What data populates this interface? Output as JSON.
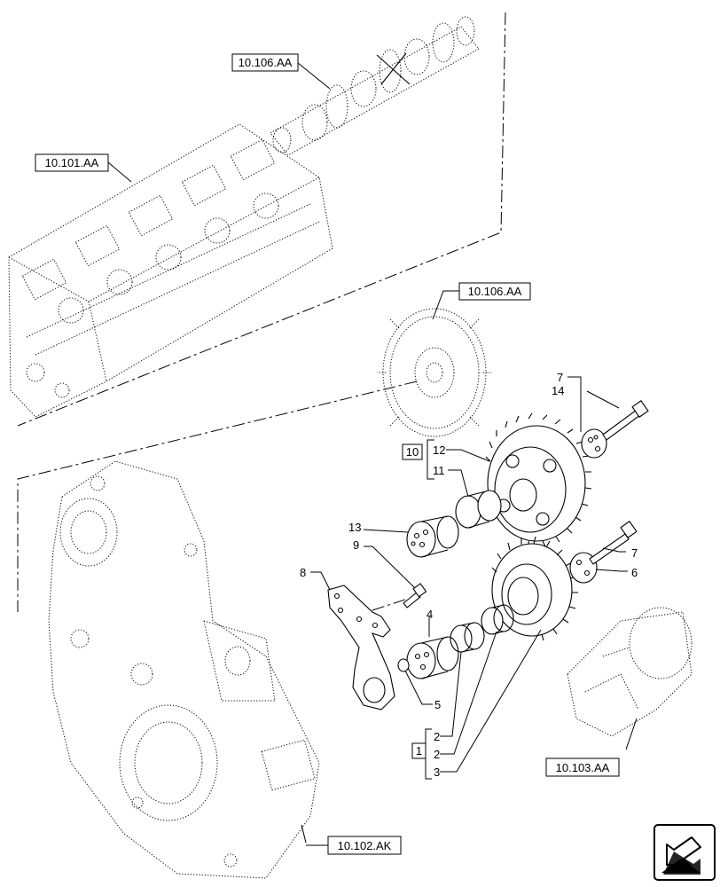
{
  "references": {
    "camshaft_top": "10.106.AA",
    "cylinder_head": "10.101.AA",
    "camshaft_gear": "10.106.AA",
    "crankshaft": "10.103.AA",
    "timing_cover": "10.102.AK"
  },
  "kits": {
    "kit_1": "1",
    "kit_10": "10"
  },
  "callouts": {
    "n2a": "2",
    "n2b": "2",
    "n3": "3",
    "n4": "4",
    "n5": "5",
    "n6": "6",
    "n7a": "7",
    "n7b": "7",
    "n8": "8",
    "n9": "9",
    "n11": "11",
    "n12": "12",
    "n13": "13",
    "n14": "14"
  },
  "icons": {
    "navigation": "arrow-back-icon"
  }
}
